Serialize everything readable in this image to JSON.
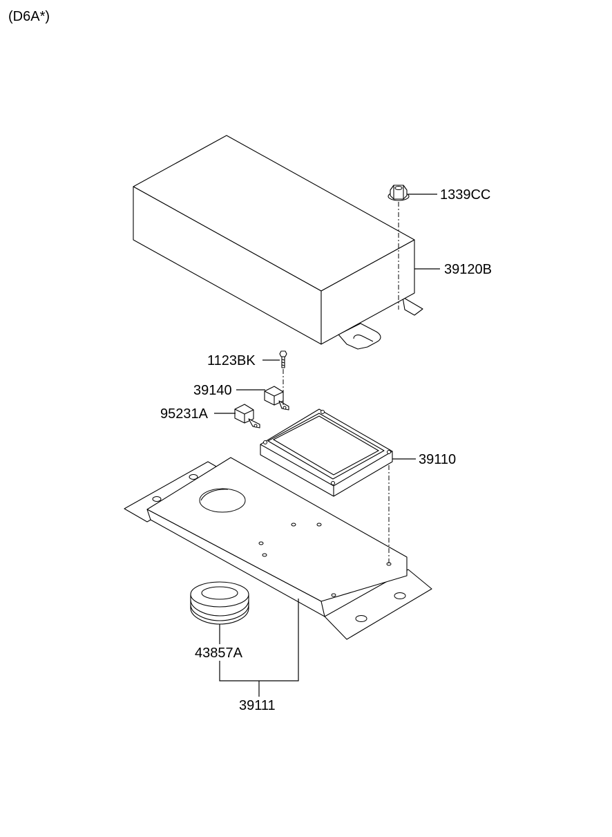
{
  "header": {
    "engine_code": "(D6A*)"
  },
  "parts": {
    "flange_nut": "1339CC",
    "control_unit_cover": "39120B",
    "bolt": "1123BK",
    "relay": "39140",
    "relay_connector": "95231A",
    "ecu_module": "39110",
    "grommet": "43857A",
    "bracket_assembly": "39111"
  }
}
